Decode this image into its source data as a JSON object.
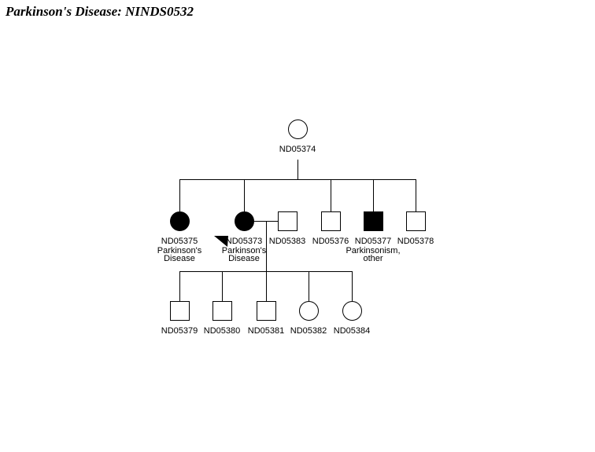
{
  "page": {
    "title": "Parkinson's Disease: NINDS0532"
  },
  "pedigree": {
    "proband_id": "ND05373",
    "symbol_legend": {
      "circle": "female",
      "square": "male",
      "filled": "affected",
      "open": "unaffected",
      "triangle-arrow": "proband-indicator"
    },
    "individuals": [
      {
        "id": "ND05374",
        "sex": "female",
        "affected": false,
        "generation": 1
      },
      {
        "id": "ND05375",
        "sex": "female",
        "affected": true,
        "generation": 2,
        "condition1": "Parkinson's",
        "condition2": "Disease"
      },
      {
        "id": "ND05373",
        "sex": "female",
        "affected": true,
        "generation": 2,
        "proband": true,
        "condition1": "Parkinson's",
        "condition2": "Disease"
      },
      {
        "id": "ND05383",
        "sex": "male",
        "affected": false,
        "generation": 2,
        "married_in": true
      },
      {
        "id": "ND05376",
        "sex": "male",
        "affected": false,
        "generation": 2
      },
      {
        "id": "ND05377",
        "sex": "male",
        "affected": true,
        "generation": 2,
        "condition1": "Parkinsonism,",
        "condition2": "other"
      },
      {
        "id": "ND05378",
        "sex": "male",
        "affected": false,
        "generation": 2
      },
      {
        "id": "ND05379",
        "sex": "male",
        "affected": false,
        "generation": 3
      },
      {
        "id": "ND05380",
        "sex": "male",
        "affected": false,
        "generation": 3
      },
      {
        "id": "ND05381",
        "sex": "male",
        "affected": false,
        "generation": 3
      },
      {
        "id": "ND05382",
        "sex": "female",
        "affected": false,
        "generation": 3
      },
      {
        "id": "ND05384",
        "sex": "female",
        "affected": false,
        "generation": 3
      }
    ]
  }
}
